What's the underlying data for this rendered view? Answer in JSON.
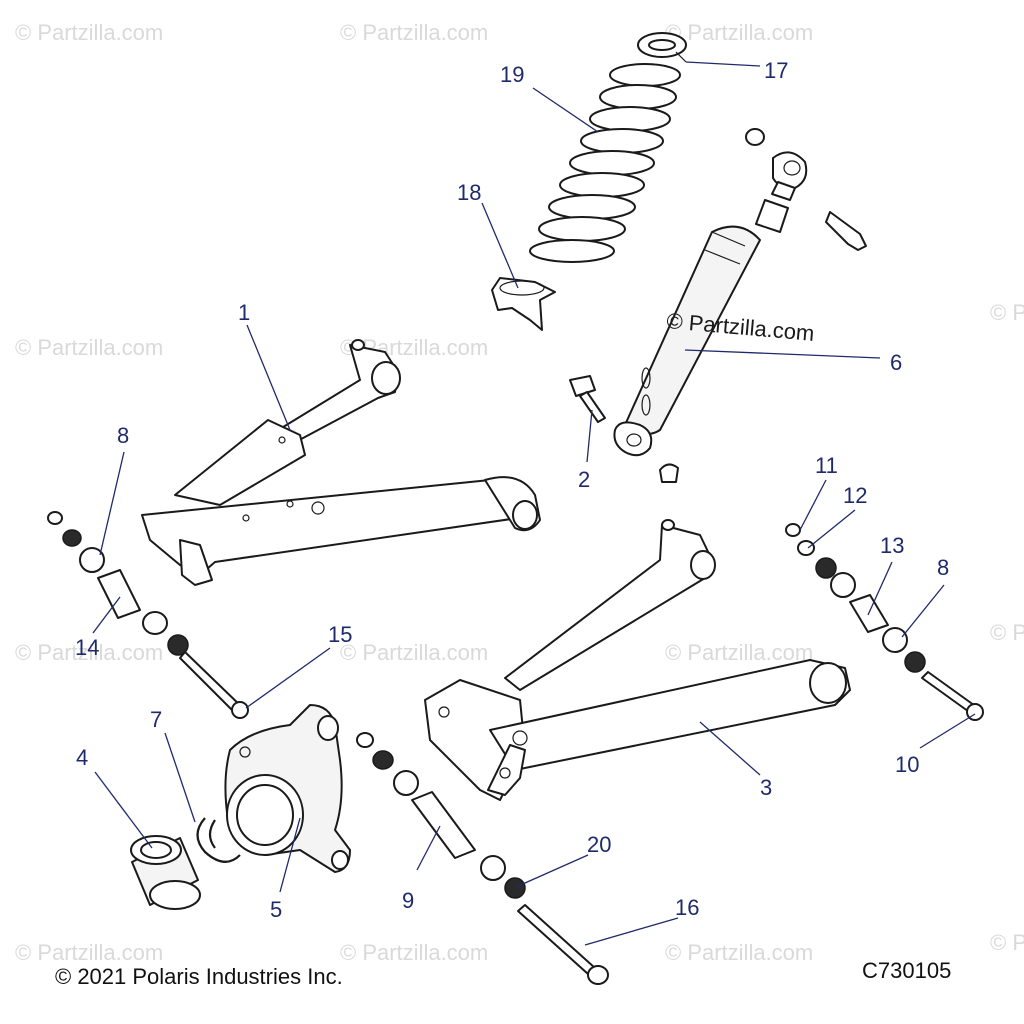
{
  "watermark": "© Partzilla.com",
  "center_watermark": "© Partzilla.com",
  "copyright": "© 2021 Polaris Industries Inc.",
  "diagram_code": "C730105",
  "callouts": [
    "1",
    "2",
    "3",
    "4",
    "5",
    "6",
    "7",
    "8",
    "8",
    "9",
    "10",
    "11",
    "12",
    "13",
    "14",
    "15",
    "16",
    "17",
    "18",
    "19",
    "20"
  ]
}
